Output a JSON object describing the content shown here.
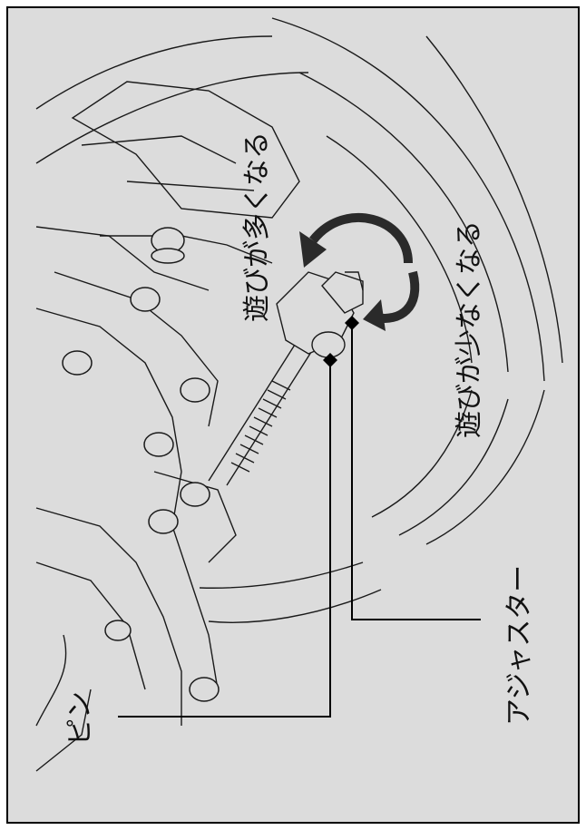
{
  "labels": {
    "increase_play": "遊びが多くなる",
    "decrease_play": "遊びが少なくなる",
    "adjuster": "アジャスター",
    "pin": "ピン"
  },
  "colors": {
    "background": "#dcdcdc",
    "line": "#1a1a1a",
    "arrow": "#2a2a2a",
    "frame": "#000000"
  },
  "icons": {
    "rotate_counterclockwise": "curved-arrow-icon",
    "rotate_clockwise": "curved-arrow-icon",
    "callout_marker": "diamond-icon"
  }
}
